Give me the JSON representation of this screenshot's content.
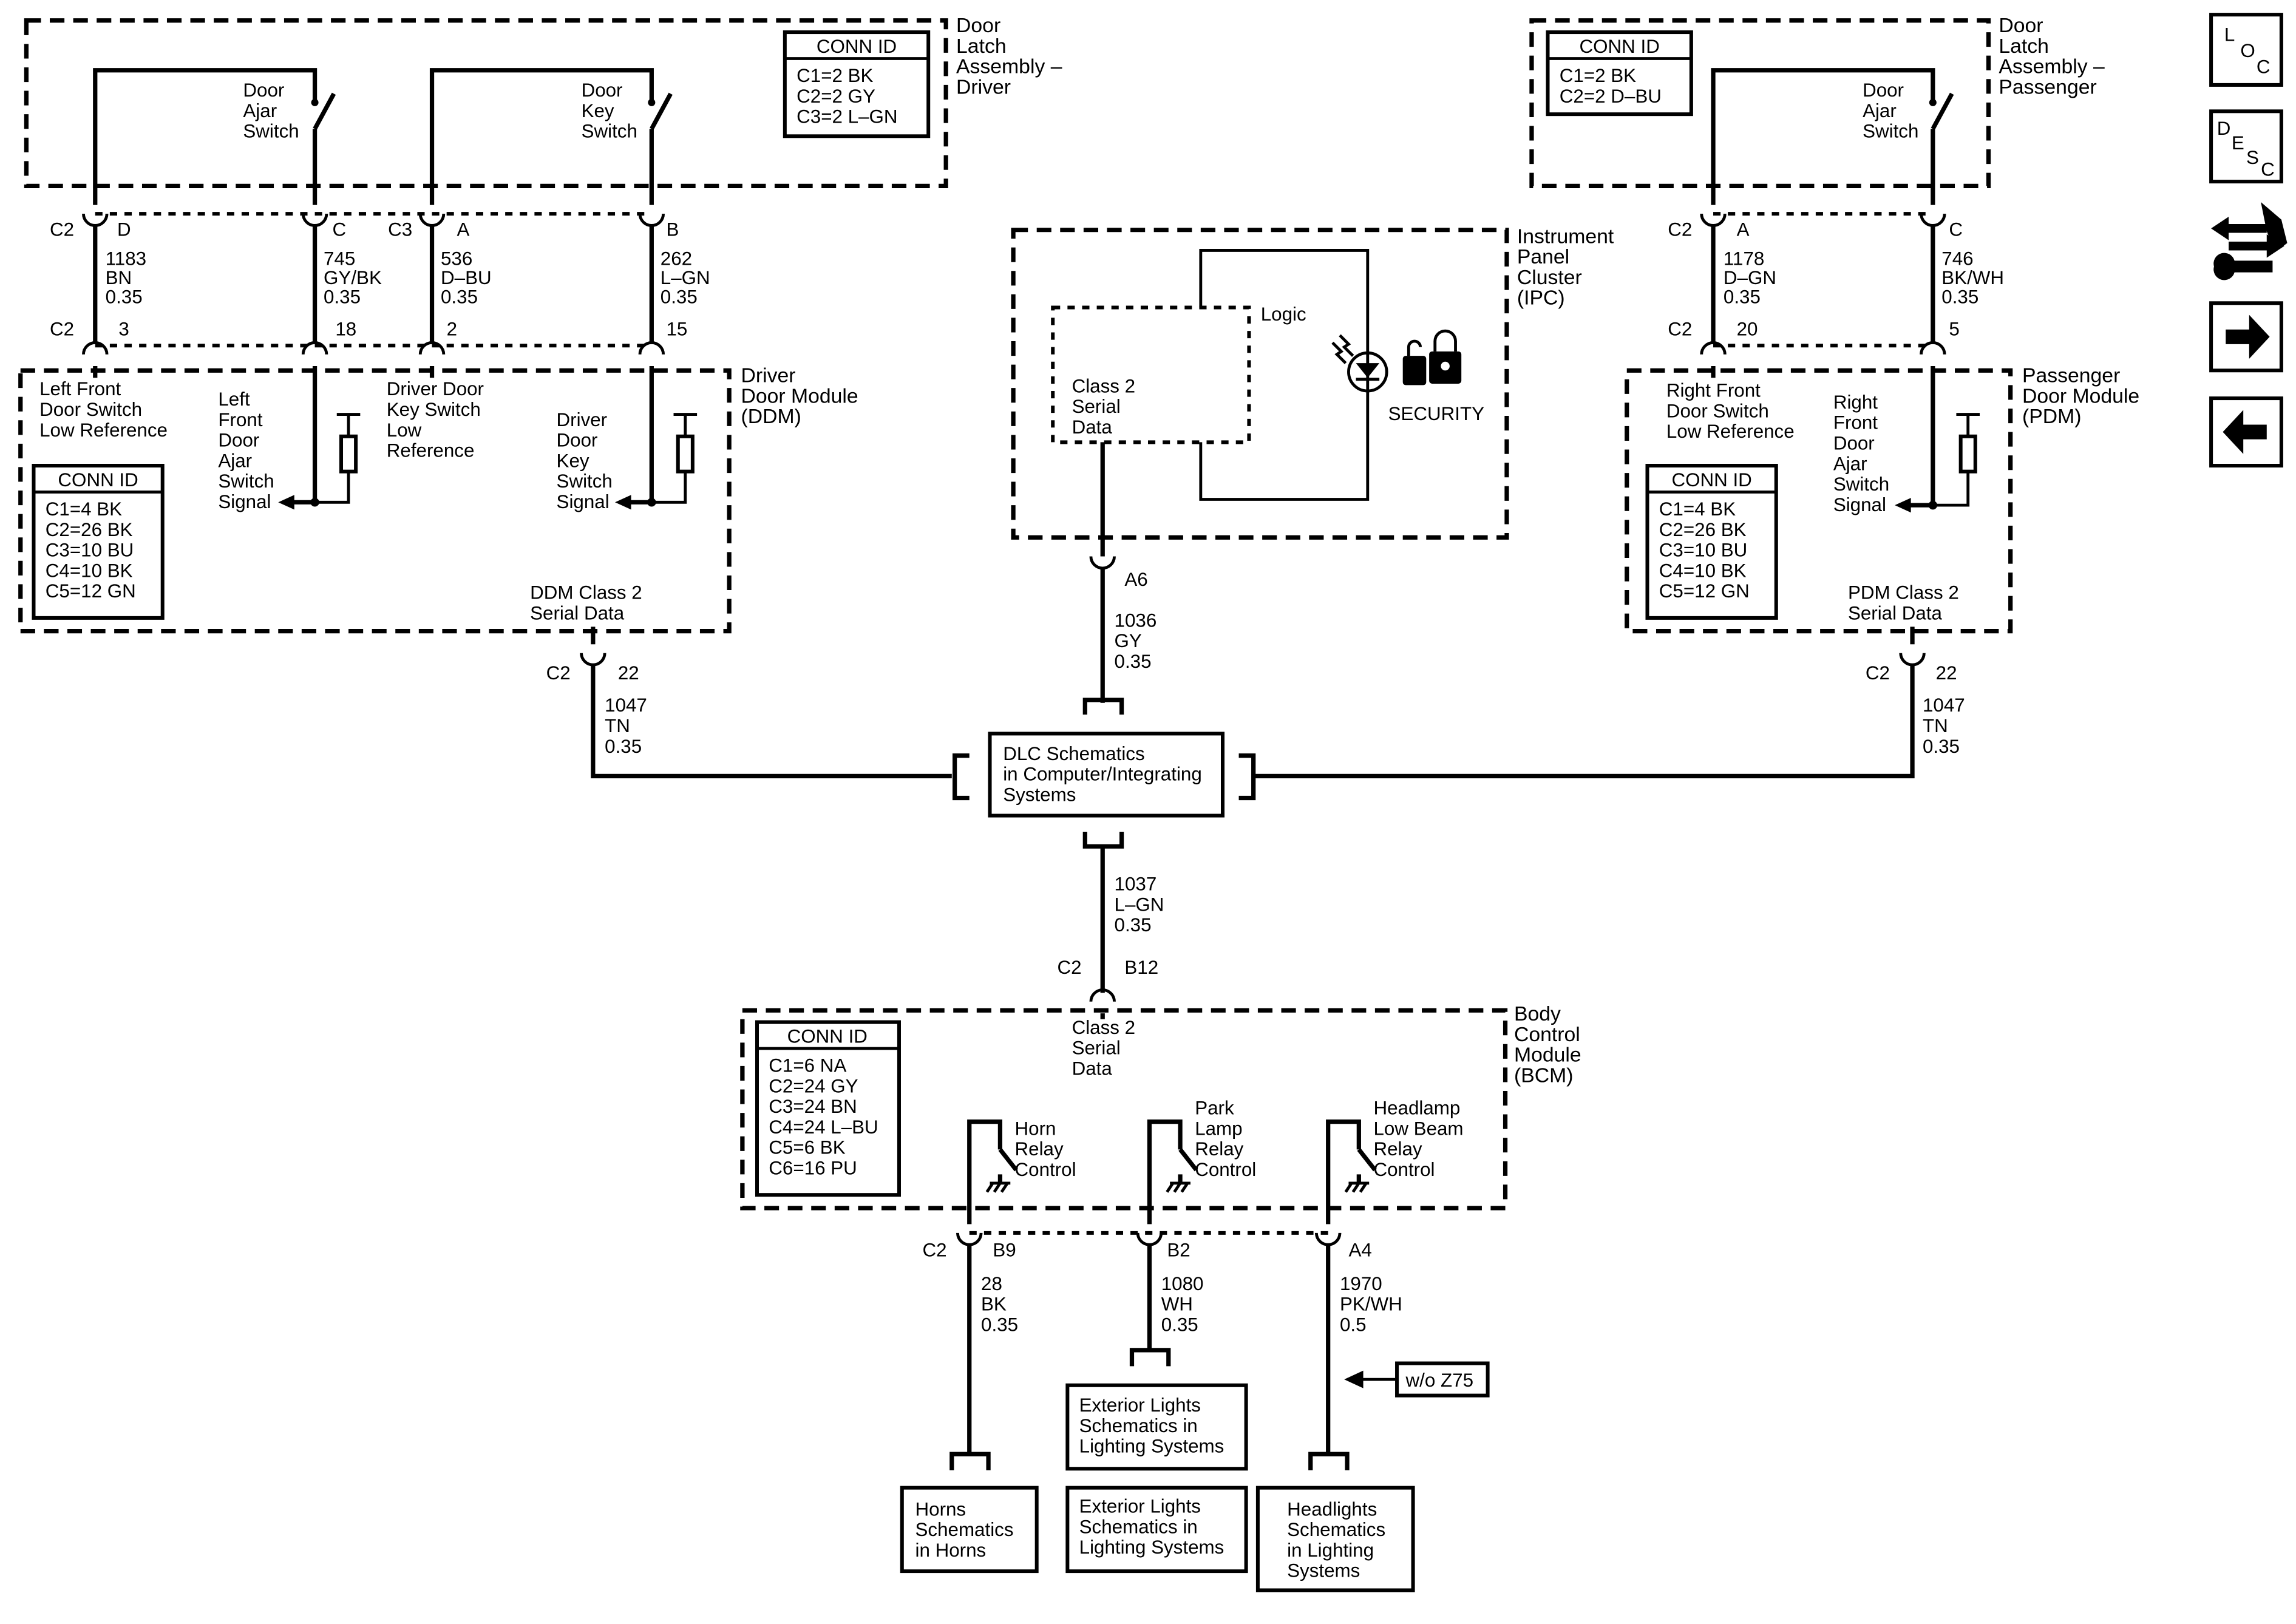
{
  "driver_latch": {
    "title": [
      "Door",
      "Latch",
      "Assembly –",
      "Driver"
    ],
    "ajar_switch": [
      "Door",
      "Ajar",
      "Switch"
    ],
    "key_switch": [
      "Door",
      "Key",
      "Switch"
    ],
    "conn": {
      "header": "CONN ID",
      "rows": [
        "C1=2 BK",
        "C2=2 GY",
        "C3=2 L–GN"
      ]
    }
  },
  "passenger_latch": {
    "title": [
      "Door",
      "Latch",
      "Assembly –",
      "Passenger"
    ],
    "ajar_switch": [
      "Door",
      "Ajar",
      "Switch"
    ],
    "conn": {
      "header": "CONN ID",
      "rows": [
        "C1=2 BK",
        "C2=2 D–BU"
      ]
    }
  },
  "wires": {
    "w1183": {
      "top_conn": "C2",
      "top_pin": "D",
      "circuit": "1183",
      "color": "BN",
      "size": "0.35",
      "bot_conn": "C2",
      "bot_pin": "3"
    },
    "w745": {
      "top_pin": "C",
      "circuit": "745",
      "color": "GY/BK",
      "size": "0.35",
      "bot_pin": "18"
    },
    "w536": {
      "top_conn": "C3",
      "top_pin": "A",
      "circuit": "536",
      "color": "D–BU",
      "size": "0.35",
      "bot_pin": "2"
    },
    "w262": {
      "top_pin": "B",
      "circuit": "262",
      "color": "L–GN",
      "size": "0.35",
      "bot_pin": "15"
    },
    "w1178": {
      "top_conn": "C2",
      "top_pin": "A",
      "circuit": "1178",
      "color": "D–GN",
      "size": "0.35",
      "bot_conn": "C2",
      "bot_pin": "20"
    },
    "w746": {
      "top_pin": "C",
      "circuit": "746",
      "color": "BK/WH",
      "size": "0.35",
      "bot_pin": "5"
    },
    "w1047l": {
      "conn": "C2",
      "pin": "22",
      "circuit": "1047",
      "color": "TN",
      "size": "0.35"
    },
    "w1047r": {
      "conn": "C2",
      "pin": "22",
      "circuit": "1047",
      "color": "TN",
      "size": "0.35"
    },
    "w1036": {
      "pin": "A6",
      "circuit": "1036",
      "color": "GY",
      "size": "0.35"
    },
    "w1037": {
      "circuit": "1037",
      "color": "L–GN",
      "size": "0.35",
      "conn": "C2",
      "pin": "B12"
    },
    "w28": {
      "conn": "C2",
      "pin": "B9",
      "circuit": "28",
      "color": "BK",
      "size": "0.35"
    },
    "w1080": {
      "pin": "B2",
      "circuit": "1080",
      "color": "WH",
      "size": "0.35"
    },
    "w1970": {
      "pin": "A4",
      "circuit": "1970",
      "color": "PK/WH",
      "size": "0.5"
    }
  },
  "ddm": {
    "title": [
      "Driver",
      "Door Module",
      "(DDM)"
    ],
    "lf_ref": [
      "Left Front",
      "Door Switch",
      "Low Reference"
    ],
    "lf_ajar": [
      "Left",
      "Front",
      "Door",
      "Ajar",
      "Switch",
      "Signal"
    ],
    "key_low": [
      "Driver Door",
      "Key Switch",
      "Low",
      "Reference"
    ],
    "key_signal": [
      "Driver",
      "Door",
      "Key",
      "Switch",
      "Signal"
    ],
    "class2": [
      "DDM Class 2",
      "Serial Data"
    ],
    "conn": {
      "header": "CONN ID",
      "rows": [
        "C1=4 BK",
        "C2=26 BK",
        "C3=10 BU",
        "C4=10 BK",
        "C5=12 GN"
      ]
    }
  },
  "pdm": {
    "title": [
      "Passenger",
      "Door Module",
      "(PDM)"
    ],
    "rf_ref": [
      "Right Front",
      "Door Switch",
      "Low Reference"
    ],
    "rf_ajar": [
      "Right",
      "Front",
      "Door",
      "Ajar",
      "Switch",
      "Signal"
    ],
    "class2": [
      "PDM Class 2",
      "Serial Data"
    ],
    "conn": {
      "header": "CONN ID",
      "rows": [
        "C1=4 BK",
        "C2=26 BK",
        "C3=10 BU",
        "C4=10 BK",
        "C5=12 GN"
      ]
    }
  },
  "ipc": {
    "title": [
      "Instrument",
      "Panel",
      "Cluster",
      "(IPC)"
    ],
    "logic": "Logic",
    "class2": [
      "Class 2",
      "Serial",
      "Data"
    ],
    "security": "SECURITY"
  },
  "dlc": {
    "text": [
      "DLC Schematics",
      "in Computer/Integrating",
      "Systems"
    ]
  },
  "bcm": {
    "title": [
      "Body",
      "Control",
      "Module",
      "(BCM)"
    ],
    "class2": [
      "Class 2",
      "Serial",
      "Data"
    ],
    "horn": [
      "Horn",
      "Relay",
      "Control"
    ],
    "park": [
      "Park",
      "Lamp",
      "Relay",
      "Control"
    ],
    "headlamp": [
      "Headlamp",
      "Low Beam",
      "Relay",
      "Control"
    ],
    "conn": {
      "header": "CONN ID",
      "rows": [
        "C1=6 NA",
        "C2=24 GY",
        "C3=24 BN",
        "C4=24 L–BU",
        "C5=6 BK",
        "C6=16 PU"
      ]
    }
  },
  "refs": {
    "ext1": [
      "Exterior Lights",
      "Schematics in",
      "Lighting Systems"
    ],
    "ext2": [
      "Exterior Lights",
      "Schematics in",
      "Lighting Systems"
    ],
    "horns": [
      "Horns",
      "Schematics",
      "in Horns"
    ],
    "headlights": [
      "Headlights",
      "Schematics",
      "in Lighting",
      "Systems"
    ]
  },
  "option_tag": "w/o Z75",
  "nav": {
    "loc": [
      "L",
      "O",
      "C"
    ],
    "desc": [
      "D",
      "E",
      "S",
      "C"
    ]
  }
}
